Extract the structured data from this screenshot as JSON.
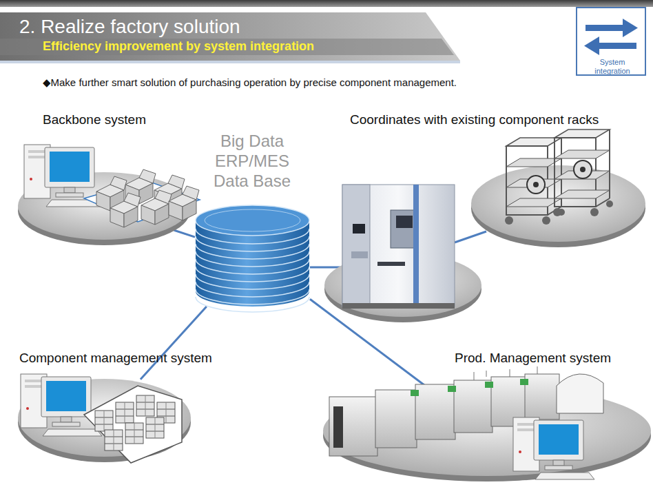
{
  "diagram": {
    "title": "2. Realize factory solution",
    "nodes": [
      {
        "text": [
          "System integration"
        ]
      },
      {
        "text": [
          "Backbone system"
        ]
      },
      {
        "text": [
          "Big Data ERP/MES Data Base"
        ]
      },
      {
        "text": [
          "Coordinates with existing component racks"
        ]
      },
      {
        "text": [
          "Component management system"
        ]
      },
      {
        "text": [
          "Prod. Management system"
        ]
      }
    ],
    "edges": [
      {
        "from": 2,
        "to": 1,
        "arrow": "none"
      },
      {
        "from": 2,
        "to": 4,
        "arrow": "none"
      },
      {
        "from": 2,
        "to": 5,
        "arrow": "none"
      }
    ],
    "labels": [
      "Efficiency improvement by system integration",
      "◆Make further smart solution of purchasing operation by precise component management."
    ]
  }
}
